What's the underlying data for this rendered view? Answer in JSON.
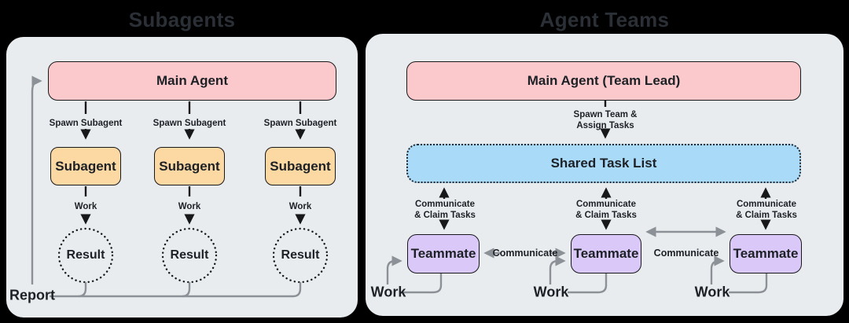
{
  "colors": {
    "bg": "#000000",
    "panel": "#e9ecef",
    "pink": "#fbc9cb",
    "orange": "#fcd8a3",
    "blue": "#a9daf8",
    "purple": "#d9c8f8",
    "ink": "#17181a",
    "gray": "#8b9196",
    "text": "#1d2126",
    "title": "#2b2f36"
  },
  "left": {
    "title": "Subagents",
    "main_agent": "Main Agent",
    "spawn_labels": [
      "Spawn Subagent",
      "Spawn Subagent",
      "Spawn Subagent"
    ],
    "subagents": [
      "Subagent",
      "Subagent",
      "Subagent"
    ],
    "work_labels": [
      "Work",
      "Work",
      "Work"
    ],
    "results": [
      "Result",
      "Result",
      "Result"
    ],
    "report": "Report"
  },
  "right": {
    "title": "Agent Teams",
    "main_agent": "Main Agent (Team Lead)",
    "spawn_label_line1": "Spawn Team &",
    "spawn_label_line2": "Assign Tasks",
    "shared_task_list": "Shared Task List",
    "claim_labels": [
      {
        "line1": "Communicate",
        "line2": "& Claim Tasks"
      },
      {
        "line1": "Communicate",
        "line2": "& Claim Tasks"
      },
      {
        "line1": "Communicate",
        "line2": "& Claim Tasks"
      }
    ],
    "teammates": [
      "Teammate",
      "Teammate",
      "Teammate"
    ],
    "communicate_labels": [
      "Communicate",
      "Communicate"
    ],
    "work_labels": [
      "Work",
      "Work",
      "Work"
    ]
  }
}
